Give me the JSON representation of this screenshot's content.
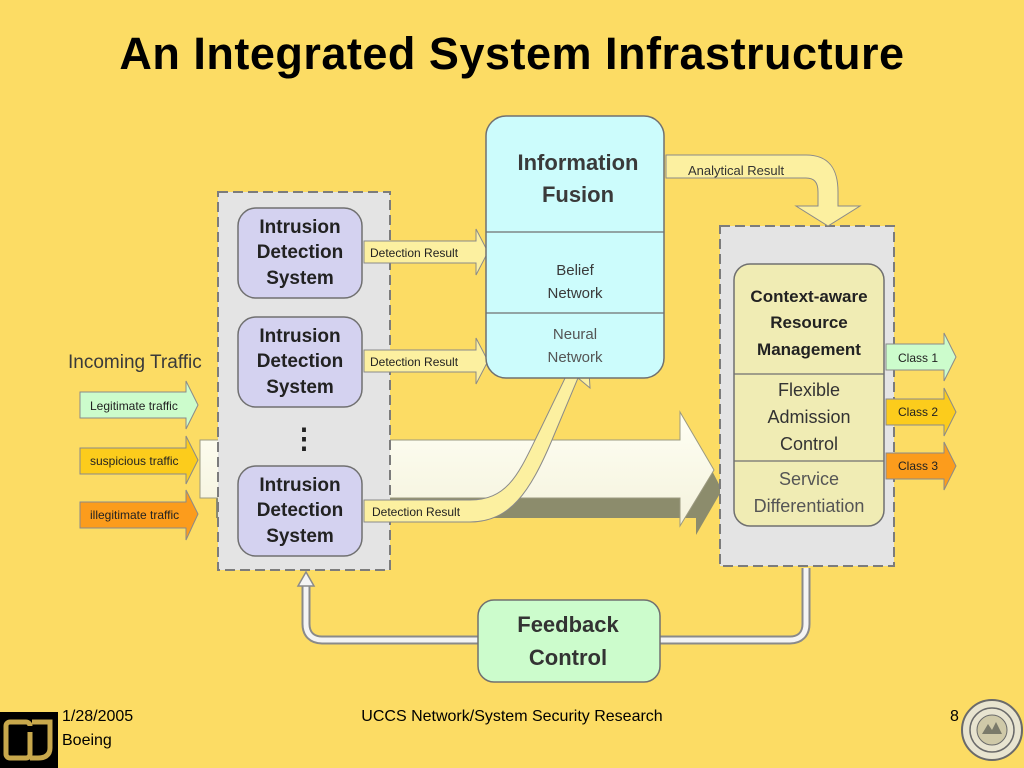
{
  "title": "An Integrated System Infrastructure",
  "incoming_traffic": {
    "label": "Incoming Traffic",
    "legitimate": "Legitimate traffic",
    "suspicious": "suspicious traffic",
    "illegitimate": "illegitimate traffic"
  },
  "ids": {
    "line1": "Intrusion",
    "line2": "Detection",
    "line3": "System",
    "dots": "⋮"
  },
  "detection_result": "Detection Result",
  "fusion": {
    "title1": "Information",
    "title2": "Fusion",
    "belief1": "Belief",
    "belief2": "Network",
    "neural1": "Neural",
    "neural2": "Network"
  },
  "analytical_result": "Analytical Result",
  "resource": {
    "title1": "Context-aware",
    "title2": "Resource",
    "title3": "Management",
    "fac1": "Flexible",
    "fac2": "Admission",
    "fac3": "Control",
    "sd1": "Service",
    "sd2": "Differentiation"
  },
  "classes": {
    "c1": "Class 1",
    "c2": "Class 2",
    "c3": "Class 3"
  },
  "feedback": {
    "line1": "Feedback",
    "line2": "Control"
  },
  "footer": {
    "date": "1/28/2005",
    "org": "Boeing",
    "center": "UCCS Network/System Security Research",
    "page": "8"
  },
  "colors": {
    "background": "#fcdc64",
    "ids_box": "#d4d2f0",
    "fusion_box": "#ccfcfc",
    "resource_box": "#f0ecb4",
    "feedback_box": "#ccfccc",
    "legitimate": "#ccfccc",
    "suspicious": "#fccc1c",
    "illegitimate": "#fc9c1c"
  }
}
